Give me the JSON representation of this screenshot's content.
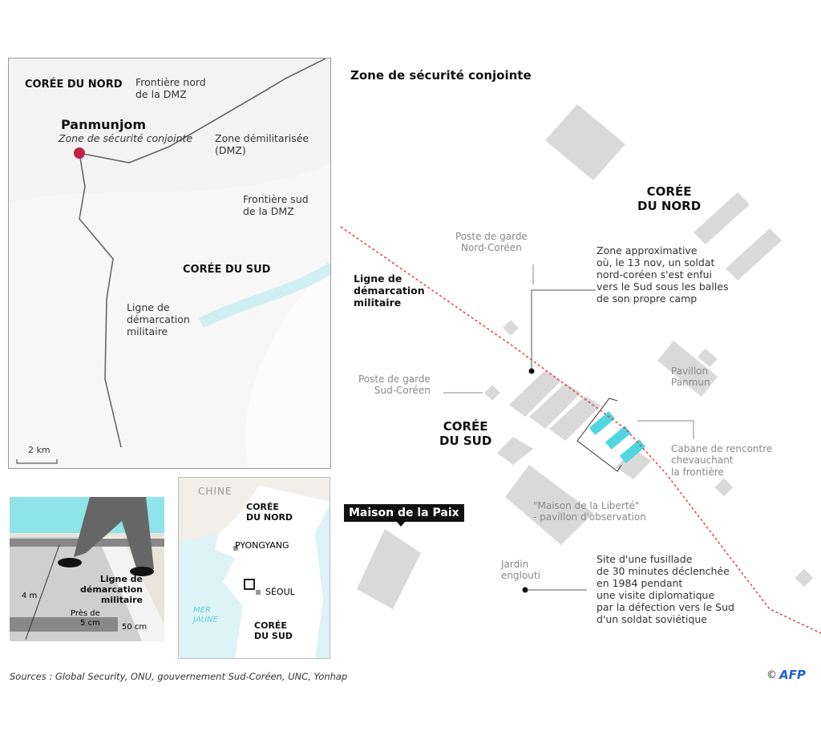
{
  "locator_map": {
    "north": "CORÉE DU NORD",
    "north_border": "Frontière nord\nde la DMZ",
    "panmunjom": "Panmunjom",
    "jsa": "Zone de sécurité conjointe",
    "dmz": "Zone démilitarisée\n(DMZ)",
    "south_border": "Frontière sud\nde la DMZ",
    "south": "CORÉE DU SUD",
    "mdl": "Ligne de\ndémarcation\nmilitaire",
    "scale": "2 km"
  },
  "illustration": {
    "mdl": "Ligne de\ndémarcation\nmilitaire",
    "height": "4 m",
    "near": "Près de\n5 cm",
    "width": "50 cm"
  },
  "korea_map": {
    "china": "CHINE",
    "north": "CORÉE\nDU NORD",
    "pyongyang": "PYONGYANG",
    "seoul": "SÉOUL",
    "sea": "MER\nJAUNE",
    "south": "CORÉE\nDU SUD"
  },
  "main": {
    "title": "Zone de sécurité conjointe",
    "north": "CORÉE\nDU NORD",
    "south": "CORÉE\nDU SUD",
    "mdl": "Ligne de\ndémarcation\nmilitaire",
    "north_post": "Poste de garde\nNord-Coréen",
    "south_post": "Poste de garde\nSud-Coréen",
    "escape_zone": "Zone approximative\noù, le 13 nov, un soldat\nnord-coréen s'est enfui\nvers le Sud sous les balles\nde son propre camp",
    "pavilion": "Pavillon\nPanmun",
    "hut": "Cabane de rencontre\nchevauchant\nla frontière",
    "freedom_house": "\"Maison de la Liberté\"\n- pavillon d'observation",
    "garden": "Jardin\nenglouti",
    "shooting": "Site d'une fusillade\nde 30 minutes déclenchée\nen 1984 pendant\nune visite diplomatique\npar la défection vers le Sud\nd'un soldat soviétique",
    "peace_house": "Maison de la Paix"
  },
  "footer": {
    "sources": "Sources : Global Security, ONU, gouvernement Sud-Coréen, UNC, Yonhap",
    "copyright": "©",
    "logo": "AFP"
  },
  "colors": {
    "accent": "#4fd6e0",
    "mdl_red": "#e04040",
    "building": "#d9d9d9",
    "marker": "#c0204a"
  }
}
